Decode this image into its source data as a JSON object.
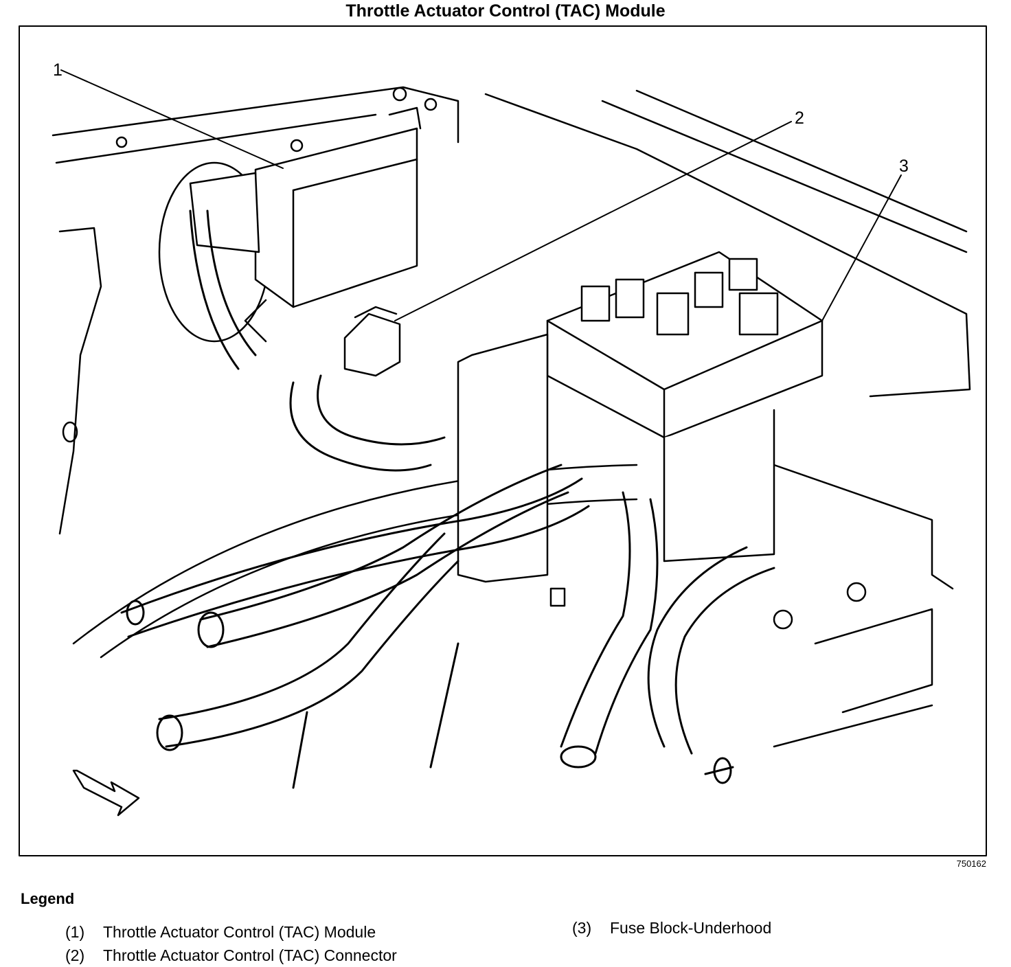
{
  "title": "Throttle Actuator Control (TAC) Module",
  "figure_id": "750162",
  "callouts": [
    "1",
    "2",
    "3"
  ],
  "legend": {
    "heading": "Legend",
    "items": [
      {
        "number": "(1)",
        "label": "Throttle Actuator Control (TAC) Module"
      },
      {
        "number": "(2)",
        "label": "Throttle Actuator Control (TAC) Connector"
      },
      {
        "number": "(3)",
        "label": "Fuse Block-Underhood"
      }
    ]
  }
}
